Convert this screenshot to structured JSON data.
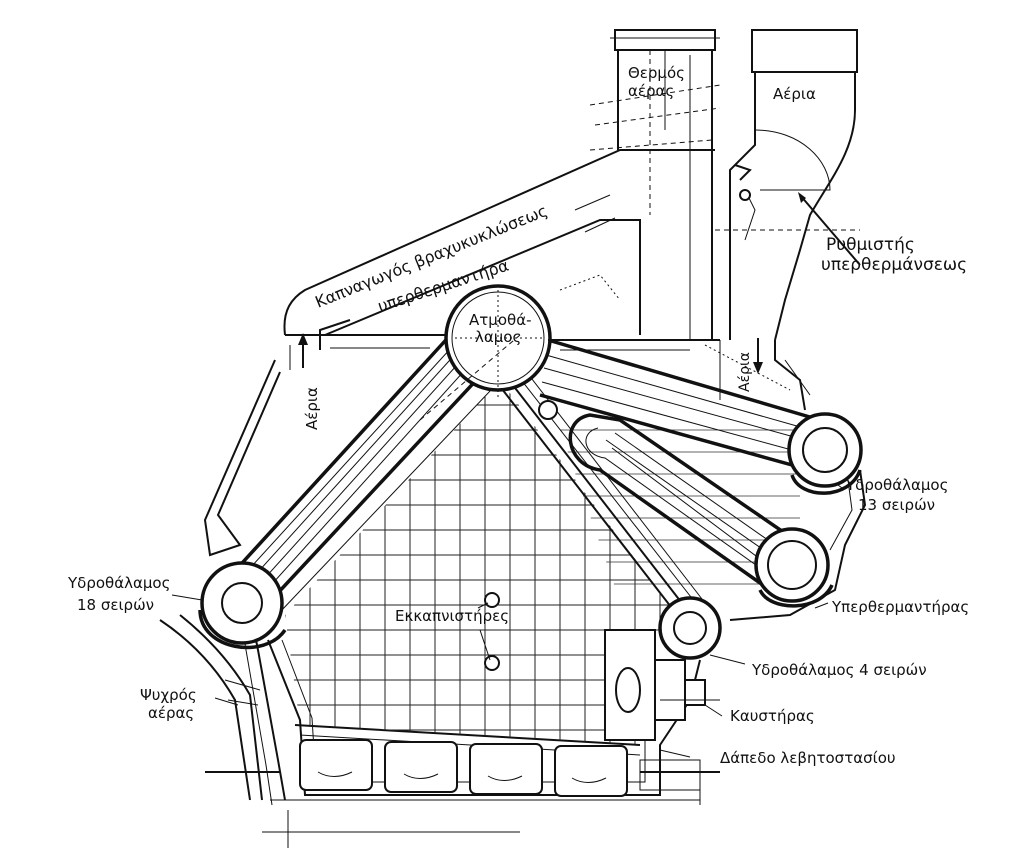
{
  "labels": {
    "hot_air_1": "Θερμός",
    "hot_air_2": "αέρας",
    "gases_top": "Αέρια",
    "regulator_1": "Ρυθμιστής",
    "regulator_2": "υπερθερμάνσεως",
    "duct_1": "Καπναγωγός βραχυκυκλώσεως",
    "duct_2": "υπερθερμαντήρα",
    "steam_drum_1": "Ατμοθά-",
    "steam_drum_2": "λαμος",
    "gases_left": "Αέρια",
    "gases_right": "Αέρια",
    "water_drum_13_1": "Υδροθάλαμος",
    "water_drum_13_2": "13 σειρών",
    "water_drum_18_1": "Υδροθάλαμος",
    "water_drum_18_2": "18 σειρών",
    "superheater": "Υπερθερμαντήρας",
    "soot_blowers": "Εκκαπνιστήρες",
    "water_drum_4": "Υδροθάλαμος 4 σειρών",
    "cold_air_1": "Ψυχρός",
    "cold_air_2": "αέρας",
    "burner": "Καυστήρας",
    "boiler_room_floor": "Δάπεδο λεβητοστασίου"
  }
}
